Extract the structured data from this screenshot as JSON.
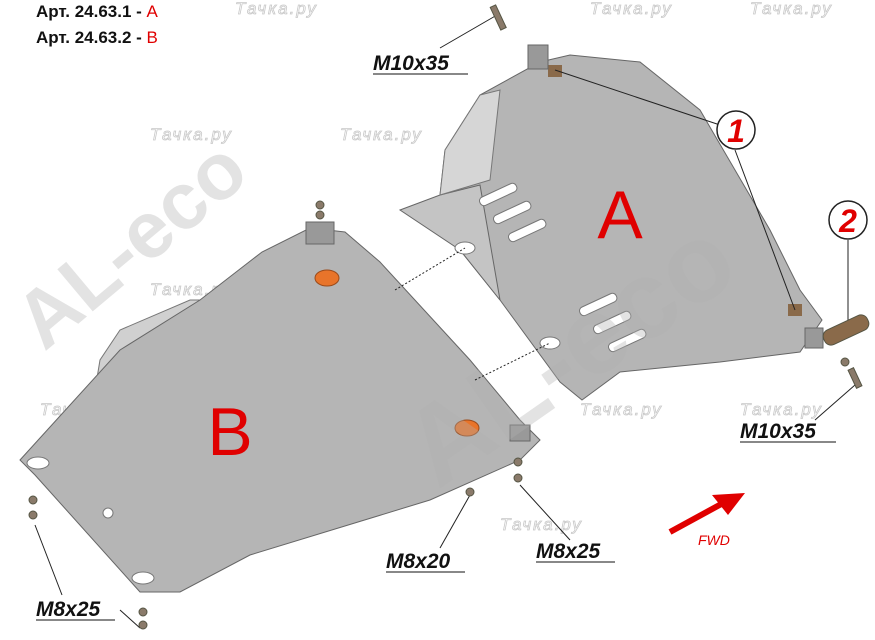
{
  "articles": [
    {
      "prefix": "Арт. 24.63.1 - ",
      "part": "A"
    },
    {
      "prefix": "Арт. 24.63.2 - ",
      "part": "B"
    }
  ],
  "parts": {
    "a": "A",
    "b": "B"
  },
  "callouts": {
    "one": "1",
    "two": "2"
  },
  "fasteners": {
    "top": "M10x35",
    "right": "M10x35",
    "mid": "M8x20",
    "midright": "M8x25",
    "left": "M8x25"
  },
  "direction": "FWD",
  "watermark": "Тачка.ру",
  "brand_watermark": "AL-eco",
  "colors": {
    "accent": "#e00000",
    "plate": "#b9b9b9",
    "pad": "#e8742a"
  }
}
